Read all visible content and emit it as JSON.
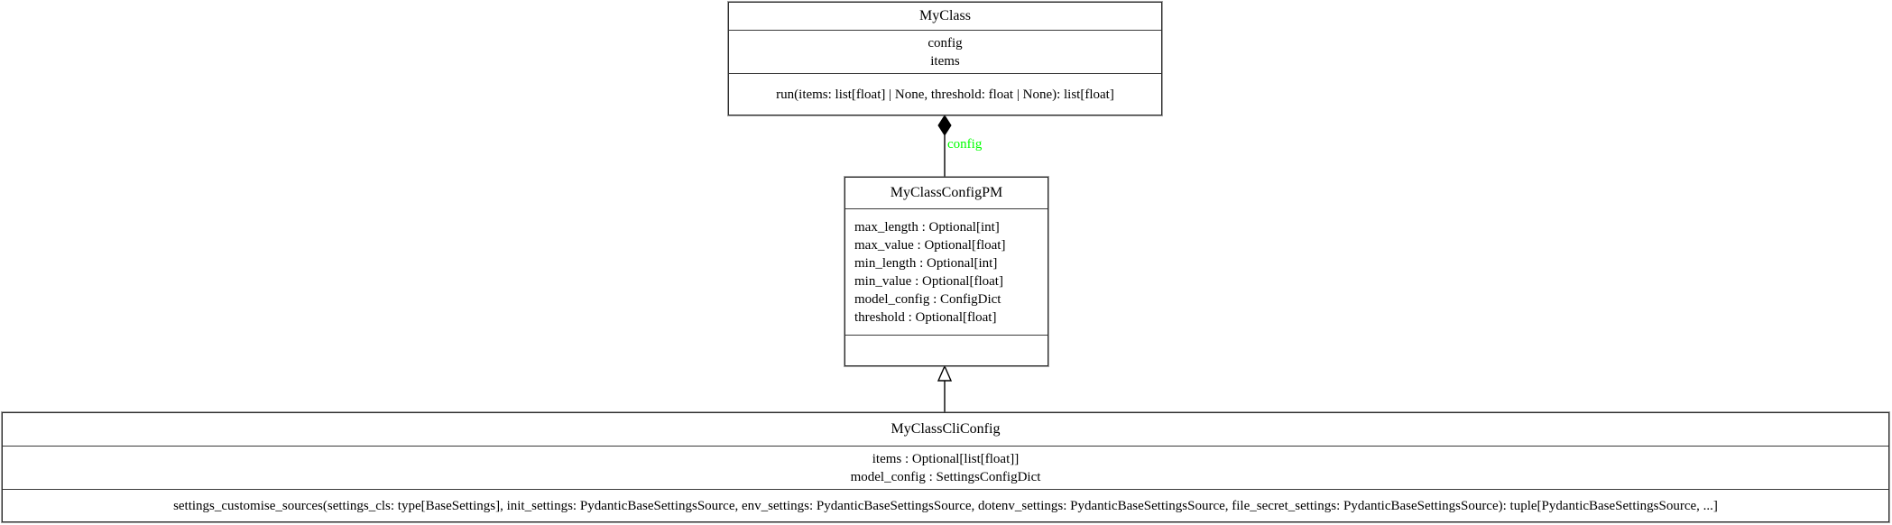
{
  "diagram": {
    "kind": "uml-class-diagram",
    "background": "#ffffff",
    "classes": [
      {
        "id": "myclass",
        "name": "MyClass",
        "attributes": [
          "config",
          "items"
        ],
        "operations": [
          "run(items: list[float] | None, threshold: float | None): list[float]"
        ]
      },
      {
        "id": "myclassconfigpm",
        "name": "MyClassConfigPM",
        "attributes": [
          "max_length : Optional[int]",
          "max_value : Optional[float]",
          "min_length : Optional[int]",
          "min_value : Optional[float]",
          "model_config : ConfigDict",
          "threshold : Optional[float]"
        ],
        "operations": []
      },
      {
        "id": "myclasscliconfig",
        "name": "MyClassCliConfig",
        "attributes": [
          "items : Optional[list[float]]",
          "model_config : SettingsConfigDict"
        ],
        "operations": [
          "settings_customise_sources(settings_cls: type[BaseSettings], init_settings: PydanticBaseSettingsSource, env_settings: PydanticBaseSettingsSource, dotenv_settings: PydanticBaseSettingsSource, file_secret_settings: PydanticBaseSettingsSource): tuple[PydanticBaseSettingsSource, ...]"
        ]
      }
    ],
    "relationships": [
      {
        "id": "composition-config",
        "type": "composition",
        "from": "myclassconfigpm",
        "to": "myclass",
        "label": "config",
        "label_color": "#00ff00",
        "marker": "filled-diamond"
      },
      {
        "id": "inheritance-cliconfig",
        "type": "generalization",
        "from": "myclasscliconfig",
        "to": "myclassconfigpm",
        "label": "",
        "marker": "hollow-triangle"
      }
    ]
  }
}
